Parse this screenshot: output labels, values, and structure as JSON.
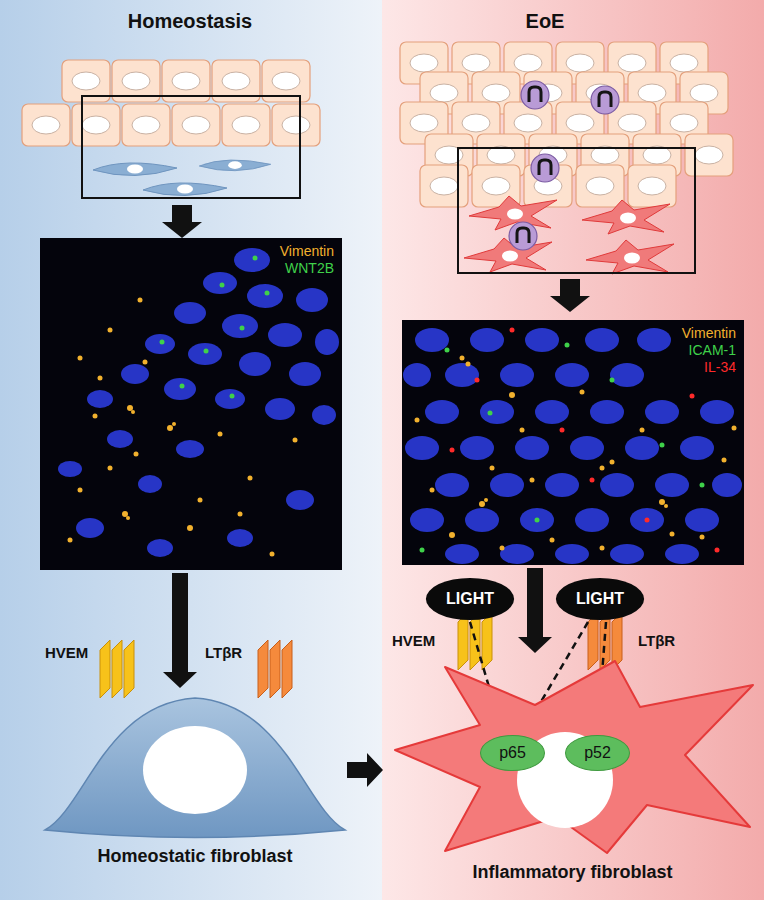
{
  "diagram": {
    "nodes": [
      {
        "text": [
          "Vimentin",
          "WNT2B"
        ]
      },
      {
        "text": [
          "Vimentin",
          "ICAM-1",
          "IL-34"
        ]
      },
      {
        "text": [
          "Homeostatic fibroblast"
        ]
      },
      {
        "text": [
          "Inflammatory fibroblast"
        ]
      },
      {
        "text": [
          "LIGHT"
        ]
      },
      {
        "text": [
          "LIGHT"
        ]
      },
      {
        "text": [
          "p65"
        ],
        "in": 3
      },
      {
        "text": [
          "p52"
        ],
        "in": 3
      }
    ],
    "edges": [
      {
        "from": 0,
        "to": 2,
        "arrow": "to"
      },
      {
        "from": 1,
        "to": 3,
        "arrow": "to"
      },
      {
        "from": 2,
        "to": 3,
        "arrow": "to"
      },
      {
        "from": 4,
        "to": 6,
        "arrow": "to"
      },
      {
        "from": 5,
        "to": 6,
        "arrow": "to"
      },
      {
        "from": 5,
        "to": 7,
        "arrow": "to"
      }
    ],
    "labels": [
      "Homeostasis",
      "EoE",
      "HVEM",
      "LTβR",
      "HVEM",
      "LTβR"
    ]
  }
}
